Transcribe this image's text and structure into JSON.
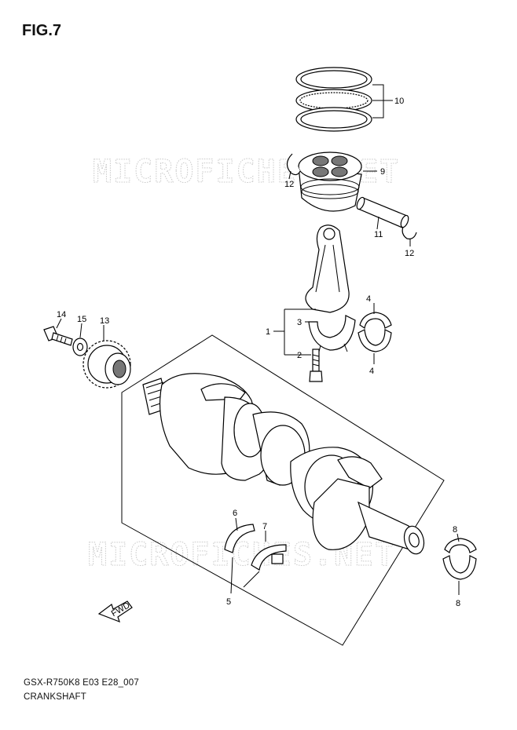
{
  "figure": {
    "title": "FIG.7"
  },
  "footer": {
    "model_code": "GSX-R750K8 E03 E28_007",
    "section": "CRANKSHAFT"
  },
  "watermark": {
    "text": "MICROFICHES.NET"
  },
  "direction_arrow": {
    "label": "FWD"
  },
  "callouts": {
    "c1": "1",
    "c2": "2",
    "c3": "3",
    "c4a": "4",
    "c4b": "4",
    "c5": "5",
    "c6": "6",
    "c7": "7",
    "c8a": "8",
    "c8b": "8",
    "c9": "9",
    "c10": "10",
    "c11": "11",
    "c12a": "12",
    "c12b": "12",
    "c13": "13",
    "c14": "14",
    "c15": "15"
  }
}
